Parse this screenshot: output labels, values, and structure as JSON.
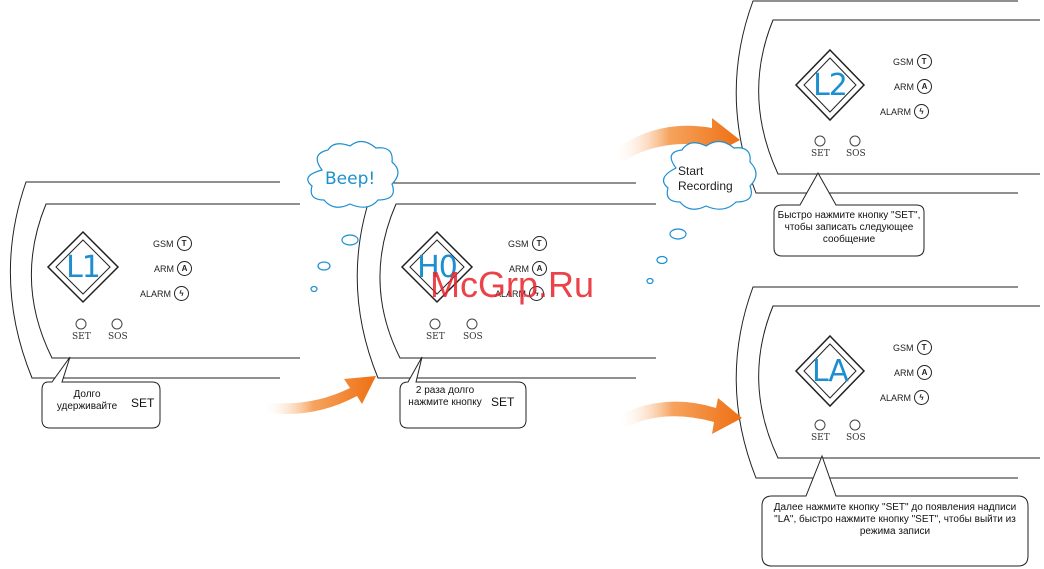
{
  "panels": {
    "p1": {
      "display": "L1",
      "gsm": "GSM",
      "arm": "ARM",
      "alarm": "ALARM",
      "set": "SET",
      "sos": "SOS"
    },
    "p2": {
      "display": "H0",
      "gsm": "GSM",
      "arm": "ARM",
      "alarm": "ALARM",
      "set": "SET",
      "sos": "SOS"
    },
    "p3": {
      "display": "L2",
      "gsm": "GSM",
      "arm": "ARM",
      "alarm": "ALARM",
      "set": "SET",
      "sos": "SOS"
    },
    "p4": {
      "display": "LA",
      "gsm": "GSM",
      "arm": "ARM",
      "alarm": "ALARM",
      "set": "SET",
      "sos": "SOS"
    }
  },
  "callouts": {
    "c1_text": "Долго удерживайте",
    "c1_key": "SET",
    "c2_text": "2 раза долго нажмите кнопку",
    "c2_key": "SET",
    "c3": "Быстро нажмите кнопку \"SET\", чтобы записать следующее сообщение",
    "c4": "Далее нажмите кнопку \"SET\" до появления надписи \"LA\", быстро нажмите кнопку \"SET\", чтобы выйти из режима записи"
  },
  "clouds": {
    "beep": "Beep!",
    "start": "Start",
    "recording": "Recording"
  },
  "watermark": "McGrp.Ru",
  "colors": {
    "accent": "#1d8fd0",
    "arrow": "#f07a1c",
    "watermark": "#e8232a"
  }
}
